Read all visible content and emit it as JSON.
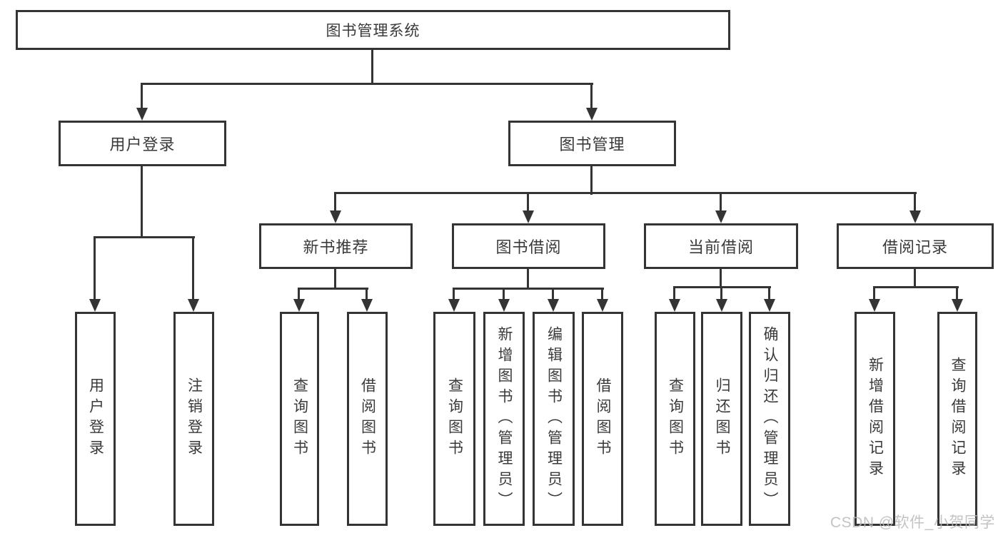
{
  "diagram": {
    "root": {
      "label": "图书管理系统"
    },
    "level2": [
      {
        "label": "用户登录",
        "children": [
          "用户登录",
          "注销登录"
        ]
      },
      {
        "label": "图书管理",
        "children": [
          {
            "label": "新书推荐",
            "children": [
              "查询图书",
              "借阅图书"
            ]
          },
          {
            "label": "图书借阅",
            "children": [
              "查询图书",
              "新增图书（管理员）",
              "编辑图书（管理员）",
              "借阅图书"
            ]
          },
          {
            "label": "当前借阅",
            "children": [
              "查询图书",
              "归还图书",
              "确认归还（管理员）"
            ]
          },
          {
            "label": "借阅记录",
            "children": [
              "新增借阅记录",
              "查询借阅记录"
            ]
          }
        ]
      }
    ]
  },
  "watermark": {
    "text": "CSDN @软件_小贺同学"
  },
  "colors": {
    "line": "#343434",
    "text": "#3a3a3a",
    "watermark": "#b9b9b9",
    "background": "#ffffff"
  }
}
